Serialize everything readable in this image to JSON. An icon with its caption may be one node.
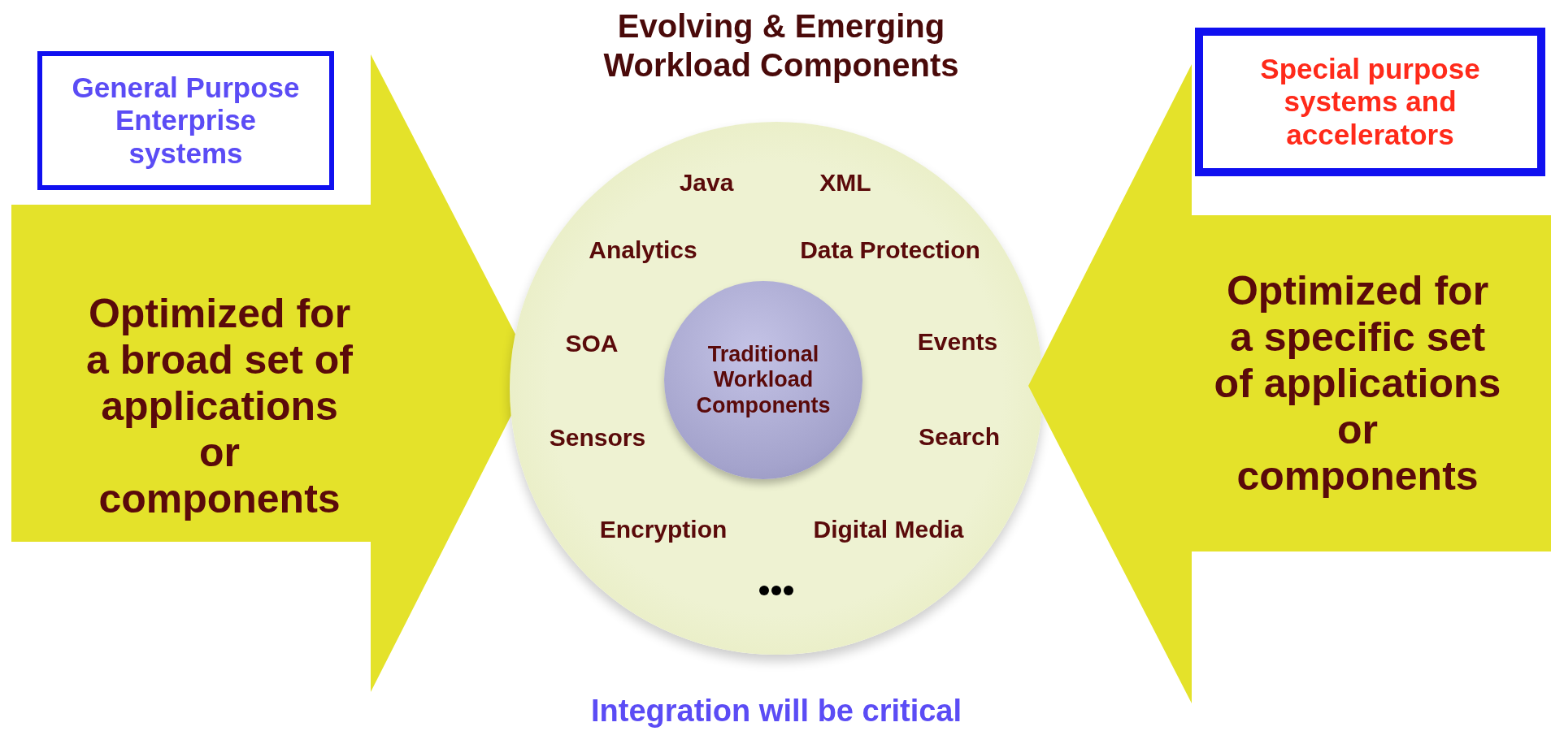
{
  "diagram": {
    "title": "Evolving & Emerging Workload Components",
    "caption": "Integration will be critical",
    "nodes": [
      {
        "text": [
          "General Purpose Enterprise systems"
        ]
      },
      {
        "text": [
          "Optimized for a broad set of applications or components"
        ]
      },
      {
        "text": [
          "Java",
          "XML",
          "Analytics",
          "Data Protection",
          "SOA",
          "Events",
          "Sensors",
          "Search",
          "Encryption",
          "Digital Media"
        ]
      },
      {
        "text": [
          "Traditional Workload Components"
        ],
        "in": 2
      },
      {
        "text": [
          "Special purpose systems and accelerators"
        ]
      },
      {
        "text": [
          "Optimized for a specific set of applications or components"
        ]
      }
    ]
  }
}
